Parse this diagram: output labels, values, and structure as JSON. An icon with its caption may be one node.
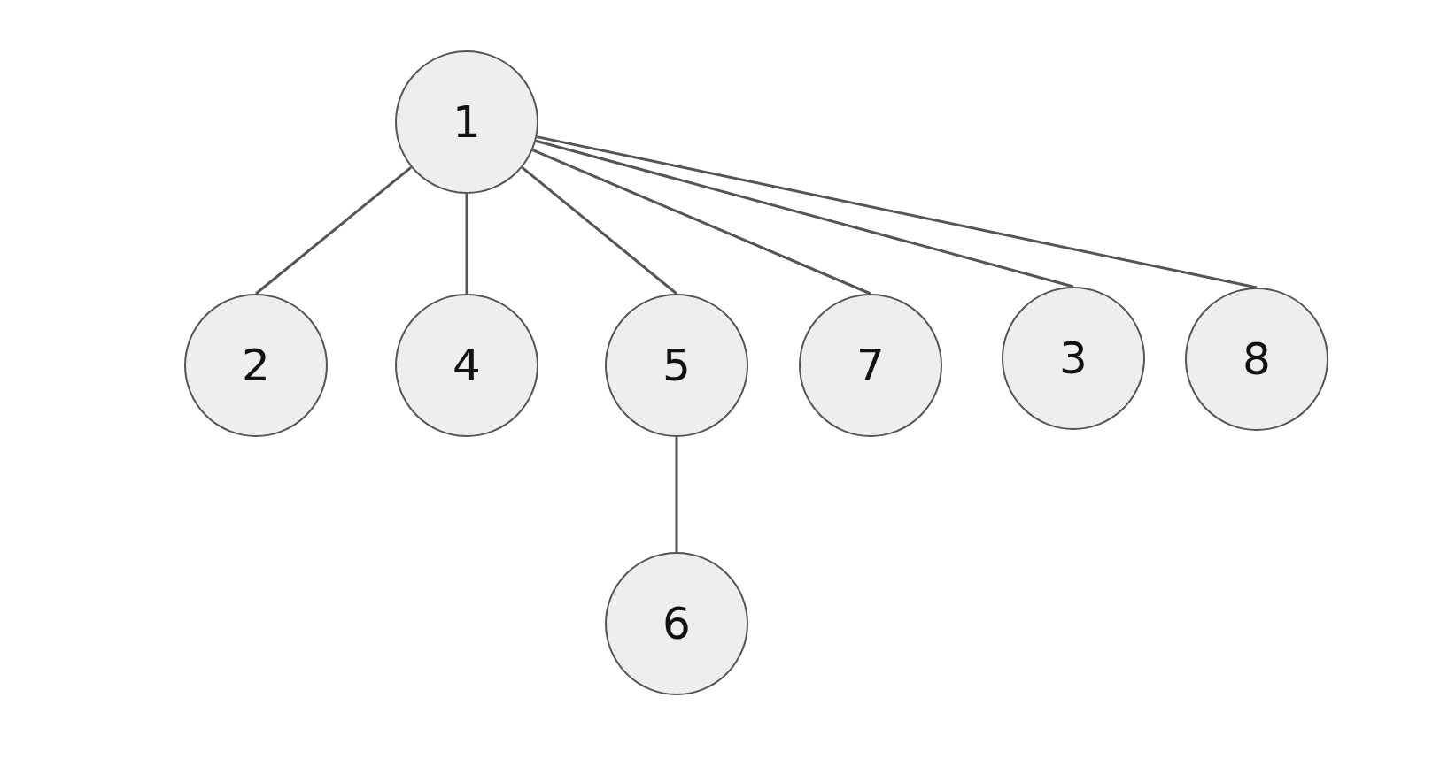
{
  "diagram": {
    "nodes": [
      {
        "text": [
          "1"
        ]
      },
      {
        "text": [
          "2"
        ]
      },
      {
        "text": [
          "4"
        ]
      },
      {
        "text": [
          "5"
        ]
      },
      {
        "text": [
          "7"
        ]
      },
      {
        "text": [
          "3"
        ]
      },
      {
        "text": [
          "8"
        ]
      },
      {
        "text": [
          "6"
        ]
      }
    ],
    "edges": [
      {
        "from": 0,
        "to": 1,
        "arrow": "none"
      },
      {
        "from": 0,
        "to": 2,
        "arrow": "none"
      },
      {
        "from": 0,
        "to": 3,
        "arrow": "none"
      },
      {
        "from": 0,
        "to": 4,
        "arrow": "none"
      },
      {
        "from": 0,
        "to": 5,
        "arrow": "none"
      },
      {
        "from": 0,
        "to": 6,
        "arrow": "none"
      },
      {
        "from": 3,
        "to": 7,
        "arrow": "none"
      }
    ]
  }
}
